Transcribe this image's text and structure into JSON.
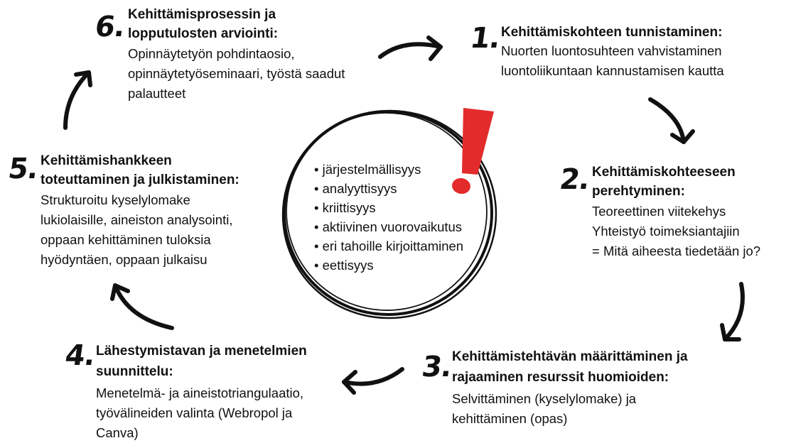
{
  "steps": [
    {
      "number": "1.",
      "title": [
        "Kehittämiskohteen tunnistaminen:"
      ],
      "lines": [
        "Nuorten luontosuhteen vahvistaminen",
        "luontoliikuntaan kannustamisen kautta"
      ]
    },
    {
      "number": "2.",
      "title": [
        "Kehittämiskohteeseen",
        "perehtyminen:"
      ],
      "lines": [
        "Teoreettinen viitekehys",
        "Yhteistyö toimeksiantajiin",
        "= Mitä aiheesta tiedetään jo?"
      ]
    },
    {
      "number": "3.",
      "title": [
        "Kehittämistehtävän määrittäminen ja",
        "rajaaminen resurssit huomioiden:"
      ],
      "lines": [
        "Selvittäminen (kyselylomake) ja",
        "kehittäminen (opas)"
      ]
    },
    {
      "number": "4.",
      "title": [
        "Lähestymistavan ja menetelmien",
        "suunnittelu:"
      ],
      "lines": [
        "Menetelmä- ja aineistotriangulaatio,",
        "työvälineiden valinta (Webropol ja",
        "Canva)"
      ]
    },
    {
      "number": "5.",
      "title": [
        "Kehittämishankkeen",
        "toteuttaminen ja julkistaminen:"
      ],
      "lines": [
        "Strukturoitu kyselylomake",
        "lukiolaisille, aineiston analysointi,",
        "oppaan kehittäminen tuloksia",
        "hyödyntäen, oppaan julkaisu"
      ]
    },
    {
      "number": "6.",
      "title": [
        "Kehittämisprosessin ja",
        "lopputulosten arviointi:"
      ],
      "lines": [
        "Opinnäytetyön pohdintaosio,",
        "opinnäytetyöseminaari, työstä saadut",
        "palautteet"
      ]
    }
  ],
  "center": {
    "items": [
      "järjestelmällisyys",
      "analyyttisyys",
      "kriittisyys",
      "aktiivinen vuorovaikutus",
      "eri tahoille kirjoittaminen",
      "eettisyys"
    ]
  },
  "colors": {
    "text": "#111111",
    "accent": "#e32b2b",
    "arrow": "#111111"
  },
  "icons": [
    "exclamation-mark-icon",
    "cycle-arrow-icon"
  ]
}
